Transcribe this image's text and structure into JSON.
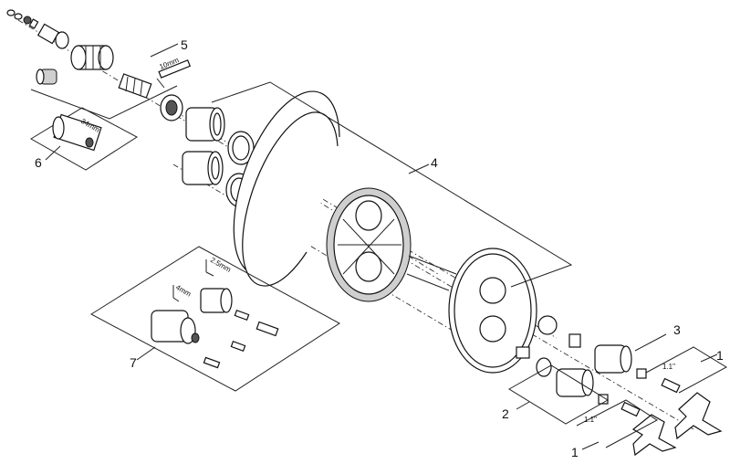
{
  "callouts": {
    "c1a": "1",
    "c1b": "1",
    "c2": "2",
    "c3": "3",
    "c4": "4",
    "c5": "5",
    "c6": "6",
    "c7": "7"
  },
  "dimensions": {
    "d10mm": "10mm",
    "d34mm": "34mm",
    "d25mm": "2.5mm",
    "d4mm": "4mm",
    "d11a": "1.1\"",
    "d11b": "1.1\""
  }
}
